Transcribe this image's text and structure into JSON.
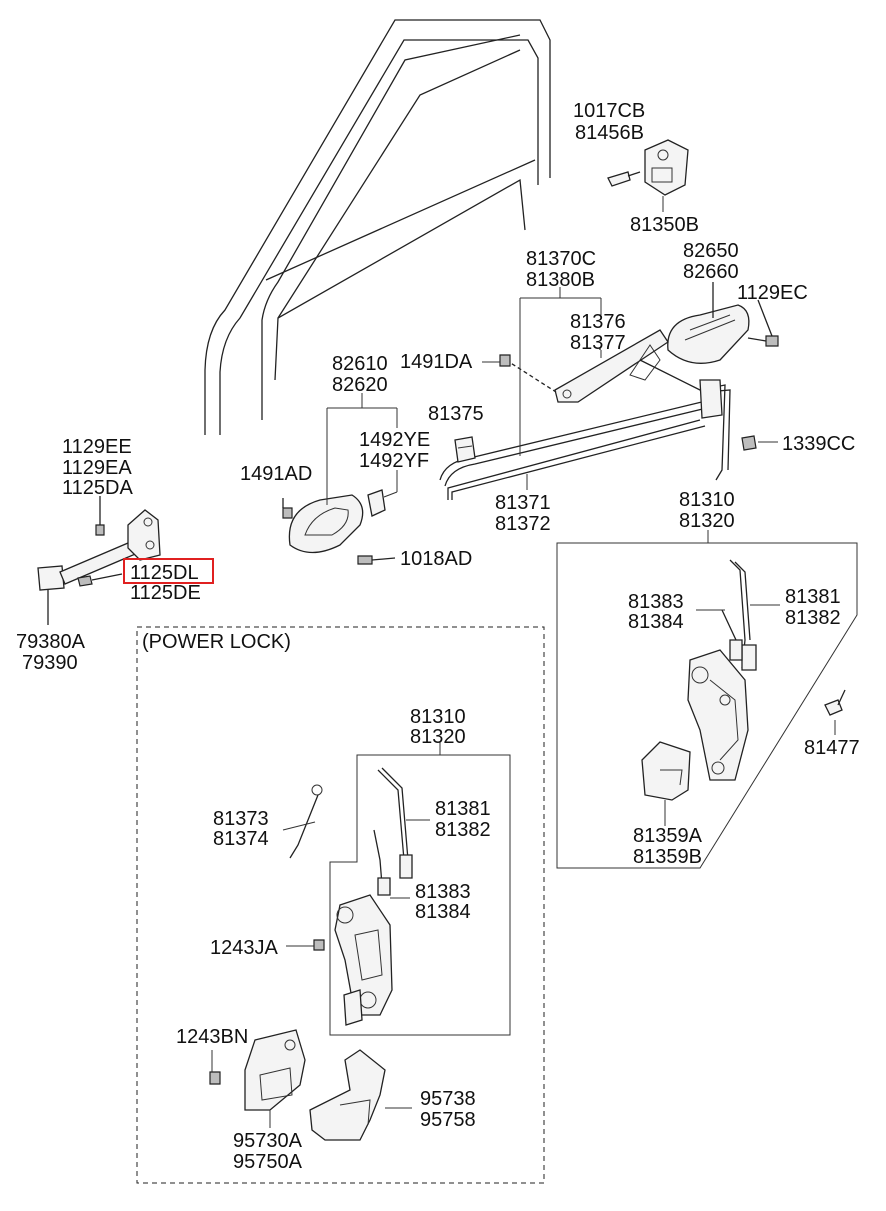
{
  "labels": {
    "l1017cb": "1017CB",
    "l81456b": "81456B",
    "l81350b": "81350B",
    "l82650": "82650",
    "l82660": "82660",
    "l1129ec": "1129EC",
    "l81370c": "81370C",
    "l81380b": "81380B",
    "l81376": "81376",
    "l81377": "81377",
    "l1491da": "1491DA",
    "l1339cc": "1339CC",
    "l82610": "82610",
    "l82620": "82620",
    "l81375": "81375",
    "l1492ye": "1492YE",
    "l1492yf": "1492YF",
    "l1491ad": "1491AD",
    "l81371": "81371",
    "l81372": "81372",
    "l1018ad": "1018AD",
    "l1129ee": "1129EE",
    "l1129ea": "1129EA",
    "l1125da": "1125DA",
    "l1125dl": "1125DL",
    "l1125de": "1125DE",
    "l79380a": "79380A",
    "l79390": "79390",
    "l81310a": "81310",
    "l81320a": "81320",
    "l81383a": "81383",
    "l81384a": "81384",
    "l81381a": "81381",
    "l81382a": "81382",
    "l81477": "81477",
    "l81359a": "81359A",
    "l81359b": "81359B",
    "powerlock": "(POWER LOCK)",
    "l81310b": "81310",
    "l81320b": "81320",
    "l81373": "81373",
    "l81374": "81374",
    "l81381b": "81381",
    "l81382b": "81382",
    "l81383b": "81383",
    "l81384b": "81384",
    "l1243ja": "1243JA",
    "l1243bn": "1243BN",
    "l95738": "95738",
    "l95758": "95758",
    "l95730a": "95730A",
    "l95750a": "95750A"
  },
  "colors": {
    "highlight": "#e02020",
    "line": "#222222"
  }
}
